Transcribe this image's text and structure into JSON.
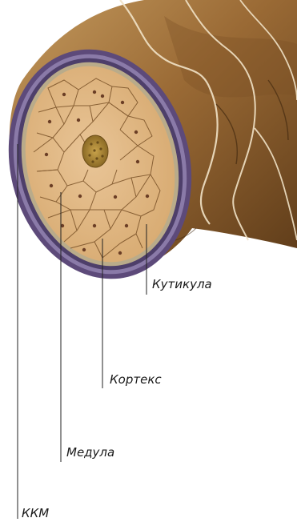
{
  "labels": {
    "cuticle": "Кутикула",
    "cortex": "Кортекс",
    "medulla": "Медула",
    "kkm": "ККМ"
  }
}
